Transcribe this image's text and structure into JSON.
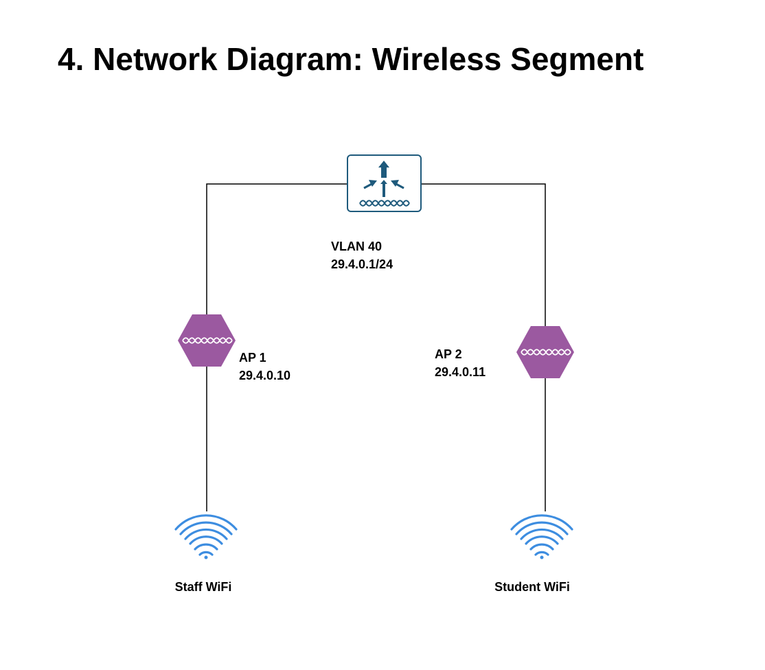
{
  "title": "4. Network Diagram: Wireless Segment",
  "colors": {
    "link": "#000000",
    "switch_border": "#1e5a7c",
    "switch_fill": "#ffffff",
    "switch_icon": "#1e5a7c",
    "ap_fill": "#9b59a0",
    "ap_icon": "#ffffff",
    "wifi": "#3d8de0"
  },
  "switch": {
    "icon": "layer3-switch-icon",
    "vlan": "VLAN 40",
    "subnet": "29.4.0.1/24"
  },
  "access_points": [
    {
      "icon": "access-point-icon",
      "name": "AP 1",
      "ip": "29.4.0.10"
    },
    {
      "icon": "access-point-icon",
      "name": "AP 2",
      "ip": "29.4.0.11"
    }
  ],
  "wireless_networks": [
    {
      "icon": "wifi-icon",
      "name": "Staff WiFi"
    },
    {
      "icon": "wifi-icon",
      "name": "Student WiFi"
    }
  ]
}
